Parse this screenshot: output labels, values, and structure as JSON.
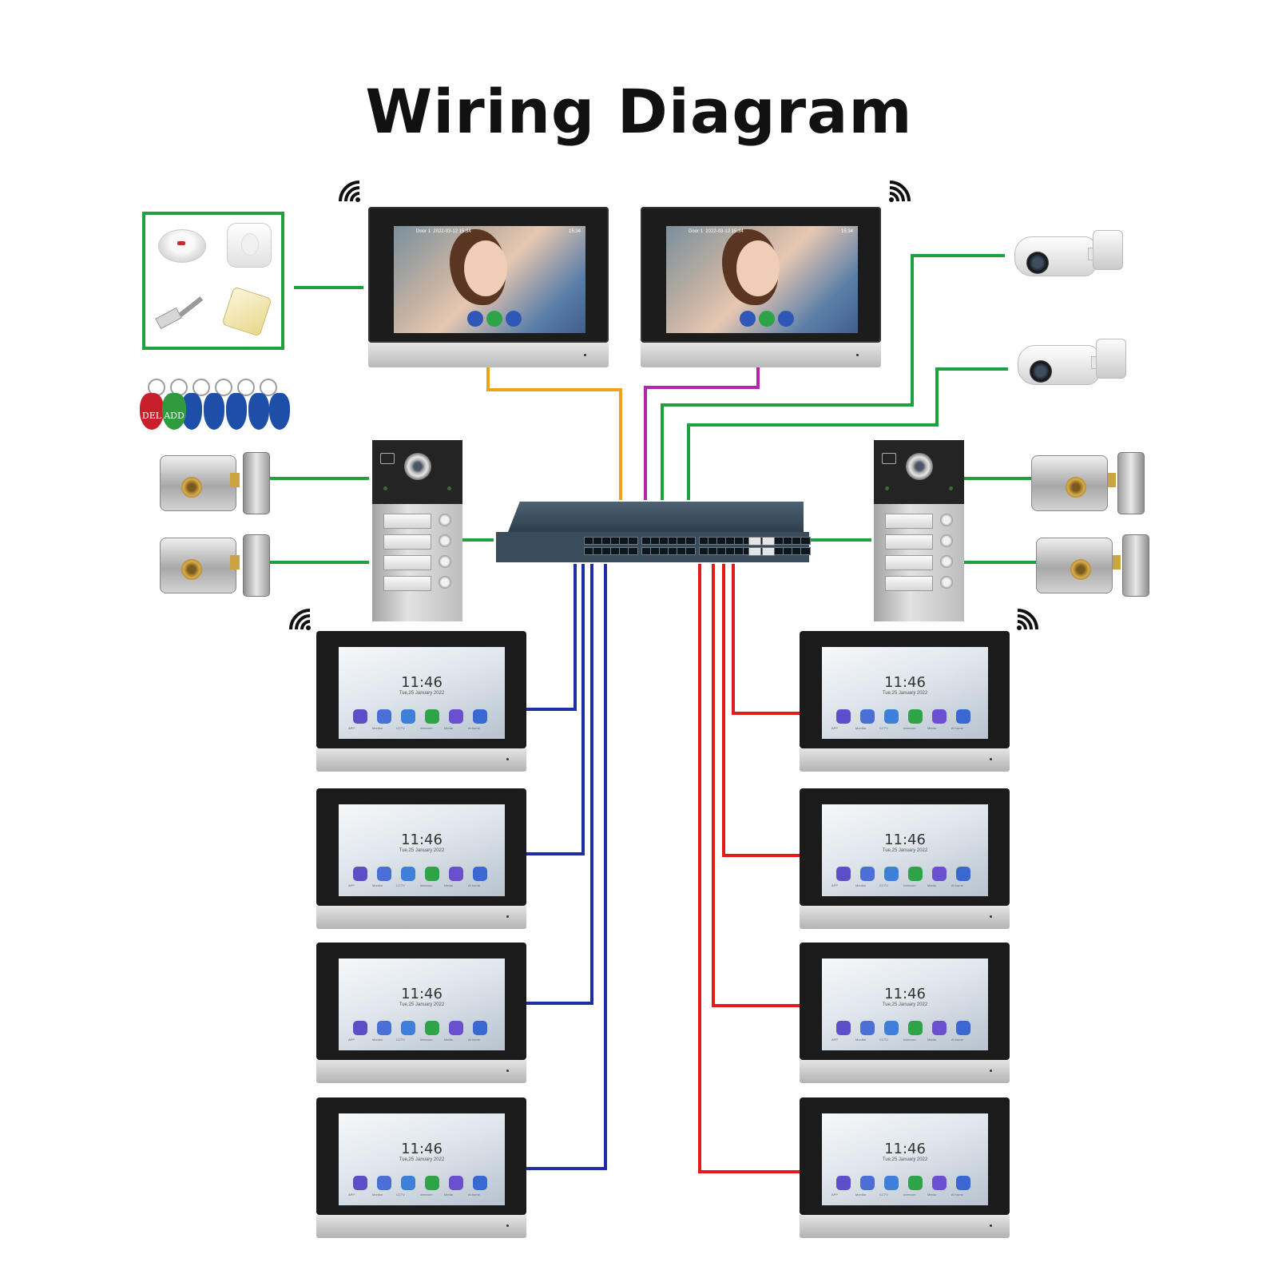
{
  "title": "Wiring Diagram",
  "wire_colors": {
    "green": "#21a040",
    "orange": "#f0a11a",
    "purple": "#b02aa8",
    "blue": "#1f2ea0",
    "red": "#e01c1c"
  },
  "rfid_tags": {
    "del_label": "DEL",
    "add_label": "ADD"
  },
  "indoor_monitors": {
    "clock": "11:46",
    "date": "Tue,25 January 2022",
    "apps": [
      "APP",
      "Monitor",
      "CCTV",
      "Intercom",
      "Media",
      "At home"
    ]
  },
  "call_monitor": {
    "caller": "Door 1",
    "timestamp": "2022-03-12 15:34",
    "clock": "15:34"
  },
  "icons": [
    "wifi-icon",
    "smoke-detector",
    "pir-sensor",
    "door-contact-sensor",
    "glass-break-sensor",
    "rfid-tag",
    "electric-lock",
    "ip-camera",
    "door-station",
    "poe-switch",
    "indoor-monitor"
  ]
}
